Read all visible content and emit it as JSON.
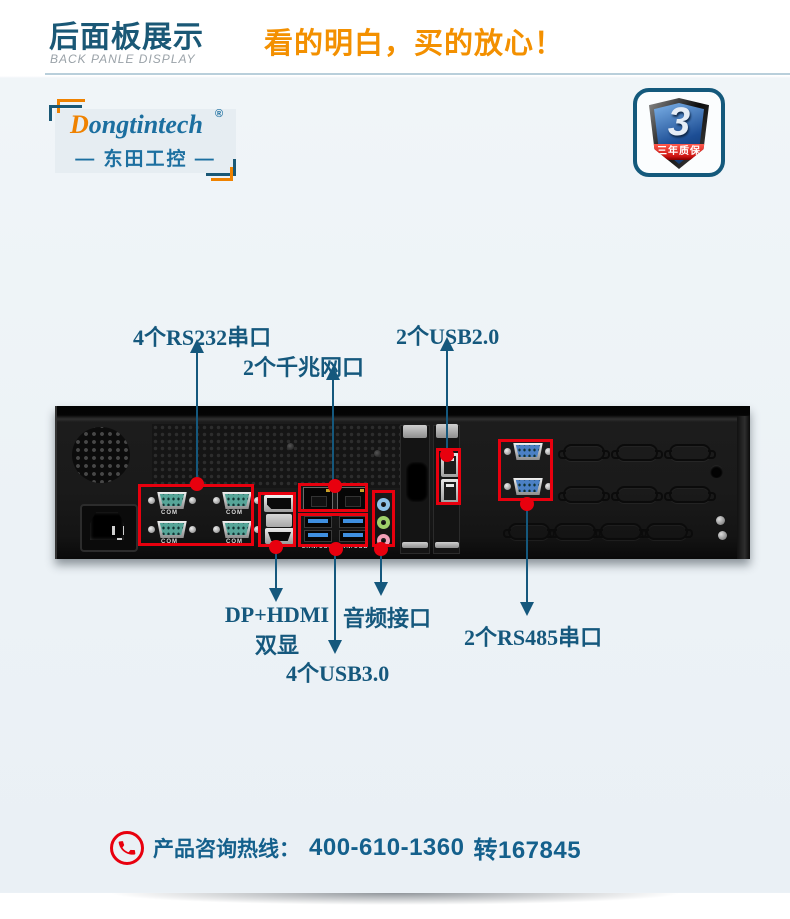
{
  "header": {
    "title_cn": "后面板展示",
    "title_en": "BACK PANLE DISPLAY",
    "slogan": "看的明白，买的放心！"
  },
  "logo": {
    "brand_first": "D",
    "brand_rest": "ongtintech",
    "registered": "®",
    "name_cn": "— 东田工控 —"
  },
  "badge": {
    "number": "3",
    "ribbon": "三年质保"
  },
  "panel": {
    "callouts": {
      "rs232": "4个RS232串口",
      "lan": "2个千兆网口",
      "usb2": "2个USB2.0",
      "dp_line1": "DP+HDMI",
      "dp_line2": "双显",
      "audio": "音频接口",
      "usb3": "4个USB3.0",
      "rs485": "2个RS485串口"
    },
    "port_labels": {
      "com": "COM",
      "lan_usb": "LAN/USB"
    }
  },
  "footer": {
    "hotline_label": "产品咨询热线：",
    "phone_number": "400-610-1360",
    "extension": "转167845"
  },
  "colors": {
    "accent_teal": "#15587d",
    "brand_blue": "#1c6fa0",
    "orange": "#f39000",
    "logo_orange": "#ef8200",
    "red": "#e8000e"
  }
}
